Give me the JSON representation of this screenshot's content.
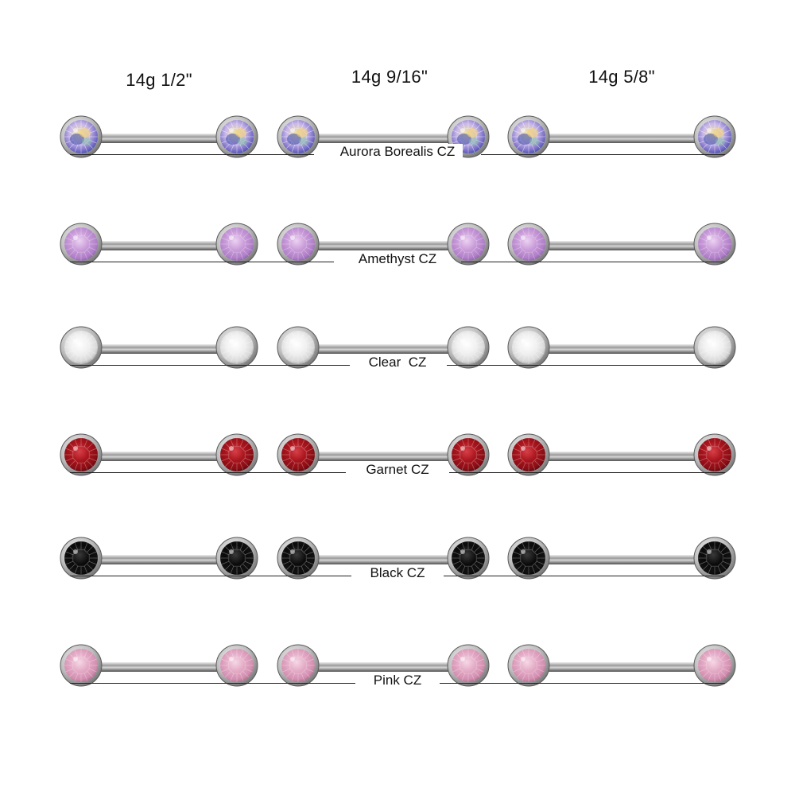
{
  "sizes": [
    "14g 1/2\"",
    "14g 9/16\"",
    "14g 5/8\""
  ],
  "rows": [
    {
      "label": "Aurora Borealis CZ",
      "gem": "ab",
      "colors": {
        "base": "#c9b8e8",
        "hi": "#f5e6a0",
        "mid": "#7a6fc8",
        "dark": "#3b4aa8"
      }
    },
    {
      "label": "Amethyst CZ",
      "gem": "solid",
      "colors": {
        "base": "#c89ad8",
        "hi": "#ecd2f2",
        "mid": "#b07fc8",
        "dark": "#8a5aa6"
      }
    },
    {
      "label": "Clear  CZ",
      "gem": "solid",
      "colors": {
        "base": "#f0f0f0",
        "hi": "#ffffff",
        "mid": "#d8d8d8",
        "dark": "#9c9c9c"
      }
    },
    {
      "label": "Garnet CZ",
      "gem": "solid",
      "colors": {
        "base": "#a8141c",
        "hi": "#d84048",
        "mid": "#8a0e16",
        "dark": "#4e0408"
      }
    },
    {
      "label": "Black CZ",
      "gem": "solid",
      "colors": {
        "base": "#0a0a0a",
        "hi": "#3a3a3a",
        "mid": "#121212",
        "dark": "#000000"
      }
    },
    {
      "label": "Pink CZ",
      "gem": "solid",
      "colors": {
        "base": "#e2a8c4",
        "hi": "#f6d8e6",
        "mid": "#d28fb0",
        "dark": "#a86486"
      }
    }
  ]
}
